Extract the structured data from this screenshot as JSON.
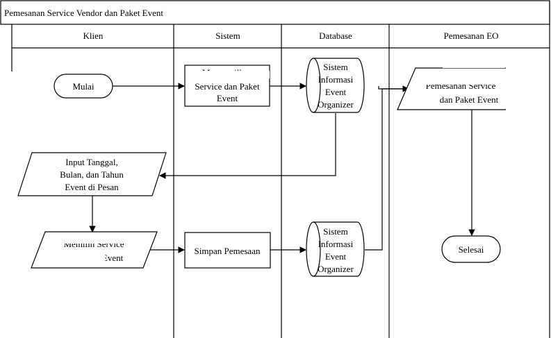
{
  "diagram": {
    "title": "Pemesanan Service Vendor dan Paket Event",
    "lanes": [
      {
        "label": "Klien"
      },
      {
        "label": "Sistem"
      },
      {
        "label": "Database"
      },
      {
        "label": "Pemesanan EO"
      }
    ],
    "nodes": {
      "mulai": {
        "label": "Mulai"
      },
      "menampilkan": {
        "lines": [
          "Menampilkan",
          "Service dan Paket",
          "Event"
        ]
      },
      "db1": {
        "lines": [
          "Sistem",
          "Informasi",
          "Event",
          "Organizer"
        ]
      },
      "pemesanan_eo": {
        "lines": [
          "Pemesanan Service",
          "dan Paket Event"
        ]
      },
      "input_tanggal": {
        "lines": [
          "Input Tanggal,",
          "Bulan, dan Tahun",
          "Event di Pesan"
        ]
      },
      "memilih": {
        "lines": [
          "Memilih Service",
          "dan Paket Event"
        ]
      },
      "simpan": {
        "label": "Simpan Pemesaan"
      },
      "db2": {
        "lines": [
          "Sistem",
          "Informasi",
          "Event",
          "Organizer"
        ]
      },
      "selesai": {
        "label": "Selesai"
      }
    }
  }
}
